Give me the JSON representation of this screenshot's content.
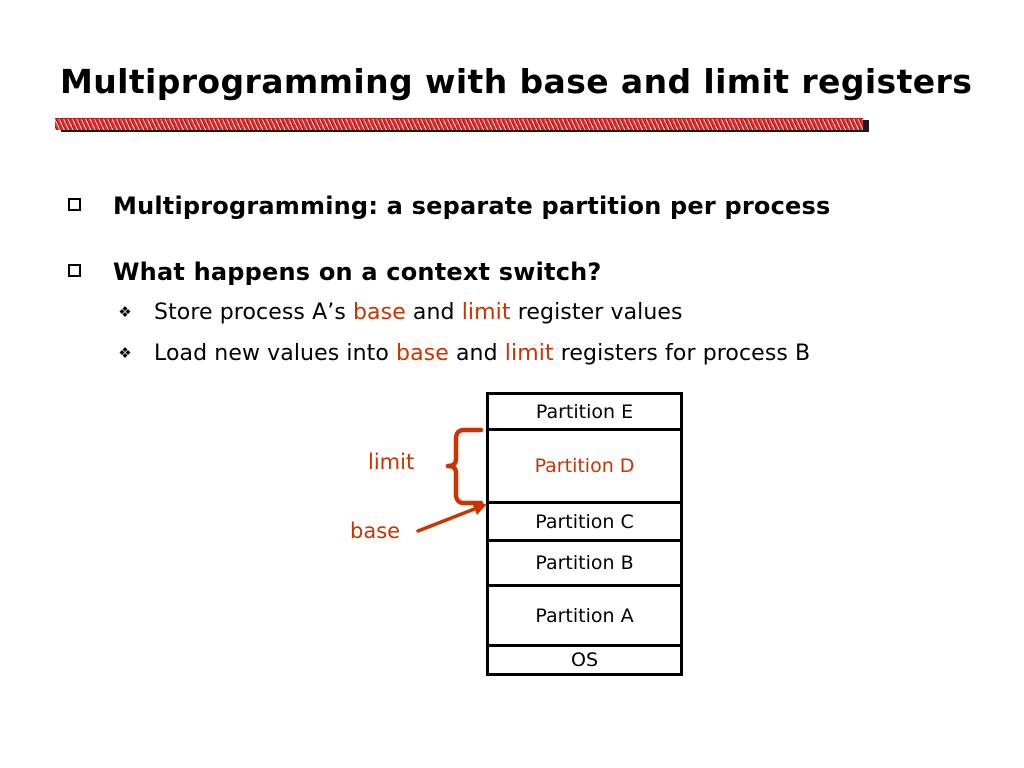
{
  "slide": {
    "title": "Multiprogramming with base and limit registers",
    "accent_color": "#cc3300",
    "divider_color": "#e02a2a"
  },
  "bullets": [
    {
      "level": 1,
      "marker": "square-bullet",
      "text": "Multiprogramming: a separate partition per process"
    },
    {
      "level": 1,
      "marker": "square-bullet",
      "text": "What happens on a context switch?"
    }
  ],
  "sub_bullets": [
    {
      "level": 2,
      "marker": "diamond-bullet",
      "glyph": "❖",
      "parts": [
        {
          "text": "Store process A’s ",
          "highlight": false
        },
        {
          "text": "base",
          "highlight": true
        },
        {
          "text": " and ",
          "highlight": false
        },
        {
          "text": "limit",
          "highlight": true
        },
        {
          "text": " register values",
          "highlight": false
        }
      ]
    },
    {
      "level": 2,
      "marker": "diamond-bullet",
      "glyph": "❖",
      "parts": [
        {
          "text": "Load new values into ",
          "highlight": false
        },
        {
          "text": "base",
          "highlight": true
        },
        {
          "text": " and ",
          "highlight": false
        },
        {
          "text": "limit",
          "highlight": true
        },
        {
          "text": " registers for process B",
          "highlight": false
        }
      ]
    }
  ],
  "memory_diagram": {
    "rows": [
      {
        "label": "Partition E",
        "height": 36,
        "highlight": false
      },
      {
        "label": "Partition D",
        "height": 73,
        "highlight": true
      },
      {
        "label": "Partition C",
        "height": 38,
        "highlight": false
      },
      {
        "label": "Partition B",
        "height": 45,
        "highlight": false
      },
      {
        "label": "Partition A",
        "height": 60,
        "highlight": false
      },
      {
        "label": "OS",
        "height": 26,
        "highlight": false
      }
    ]
  },
  "annotations": {
    "limit_label": "limit",
    "base_label": "base"
  }
}
